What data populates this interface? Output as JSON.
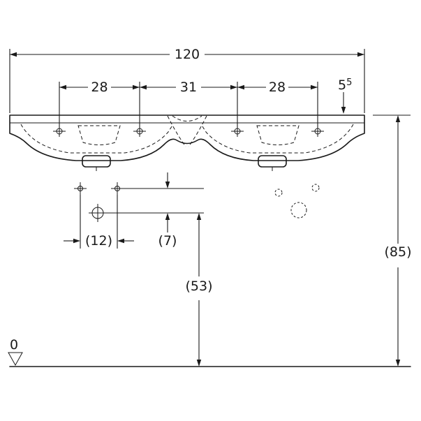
{
  "drawing": {
    "type": "washbasin-front-elevation-dimension-drawing",
    "labels": {
      "overall_width": "120",
      "tap_spacing_left": "28",
      "tap_spacing_center": "31",
      "tap_spacing_right": "28",
      "edge_value": "5",
      "edge_sup": "5",
      "fixing_spacing": "(12)",
      "fixing_offset": "(7)",
      "siphon_height": "(53)",
      "total_height": "(85)",
      "floor_level": "0"
    },
    "colors": {
      "line": "#1a1a1a",
      "background": "#ffffff"
    }
  }
}
